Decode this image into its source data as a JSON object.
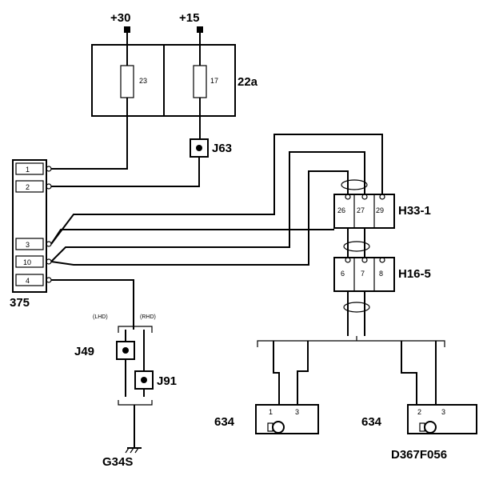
{
  "supply": {
    "plus30": "+30",
    "plus15": "+15"
  },
  "fuse_box": {
    "label": "22a",
    "fuse1": "23",
    "fuse2": "17"
  },
  "splices": {
    "j63": "J63",
    "j49": "J49",
    "j91": "J91"
  },
  "connector_375": {
    "label": "375",
    "pins": [
      "1",
      "2",
      "3",
      "10",
      "4"
    ]
  },
  "connector_h33": {
    "label": "H33-1",
    "pins": [
      "26",
      "27",
      "29"
    ]
  },
  "connector_h16": {
    "label": "H16-5",
    "pins": [
      "6",
      "7",
      "8"
    ]
  },
  "variants": {
    "lhd": "(LHD)",
    "rhd": "(RHD)"
  },
  "ground": {
    "label": "G34S"
  },
  "speakers": [
    {
      "label": "634",
      "pins": [
        "1",
        "3"
      ]
    },
    {
      "label": "634",
      "pins": [
        "2",
        "3"
      ]
    }
  ],
  "drawing_id": "D367F056"
}
